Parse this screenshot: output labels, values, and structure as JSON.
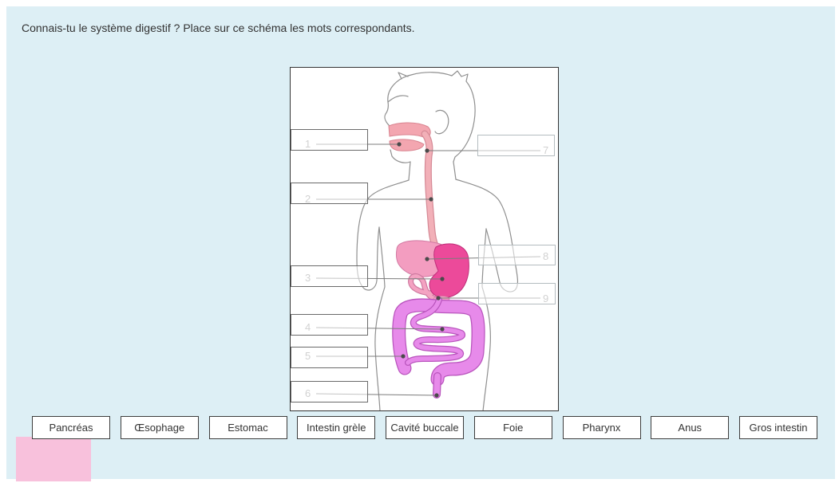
{
  "instruction": "Connais-tu le système digestif ? Place sur ce schéma les mots correspondants.",
  "diagram": {
    "zones": [
      "1",
      "2",
      "3",
      "4",
      "5",
      "6",
      "7",
      "8",
      "9"
    ]
  },
  "words": [
    "Pancréas",
    "Œsophage",
    "Estomac",
    "Intestin grèle",
    "Cavité buccale",
    "Foie",
    "Pharynx",
    "Anus",
    "Gros intestin"
  ],
  "colors": {
    "background": "#ddeff5",
    "diagram_background": "#ffffff",
    "feedback_box": "#f8c1dc",
    "text": "#333333",
    "mouth": "#f3a6b0",
    "esophagus": "#f2b0b8",
    "liver": "#f39dc0",
    "stomach": "#ec4a9a",
    "intestine": "#e78aea"
  }
}
